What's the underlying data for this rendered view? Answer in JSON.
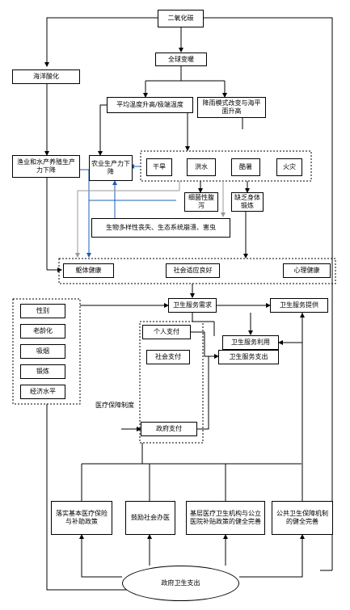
{
  "nodes": {
    "co2": "二氧化碳",
    "warming": "全球变暖",
    "acid": "海洋酸化",
    "temp": "平均温度升高/极端温度",
    "rain": "降雨模式改变与海平面升高",
    "fish": "渔业和水产养殖生产力下降",
    "agri": "农业生产力下降",
    "drought": "干旱",
    "flood": "洪水",
    "heat": "酷暑",
    "fire": "火灾",
    "diarrhea": "细菌性腹泻",
    "exercise_lack": "缺乏身体锻炼",
    "bio": "生物多样性丧失、生态系统崩溃、害虫",
    "body": "躯体健康",
    "social": "社会适应良好",
    "mental": "心理健康",
    "gender": "性别",
    "aging": "老龄化",
    "smoking": "吸烟",
    "exercise": "锻炼",
    "econ": "经济水平",
    "demand": "卫生服务需求",
    "supply": "卫生服务提供",
    "personal": "个人支付",
    "utilization": "卫生服务利用",
    "social_pay": "社会支付",
    "spending": "卫生服务支出",
    "gov_pay": "政府支付",
    "insurance": "落实基本医疗保险与补助政策",
    "charity": "鼓励社会办医",
    "primary": "基层医疗卫生机构与公立医院补贴政策的健全完善",
    "public": "公共卫生保障机制的健全完善",
    "gov_exp": "政府卫生支出"
  },
  "labels": {
    "med_system": "医疗保障制度"
  },
  "colors": {
    "line": "#000000",
    "blue": "#1f5fb4",
    "gray": "#9a9a9a"
  }
}
